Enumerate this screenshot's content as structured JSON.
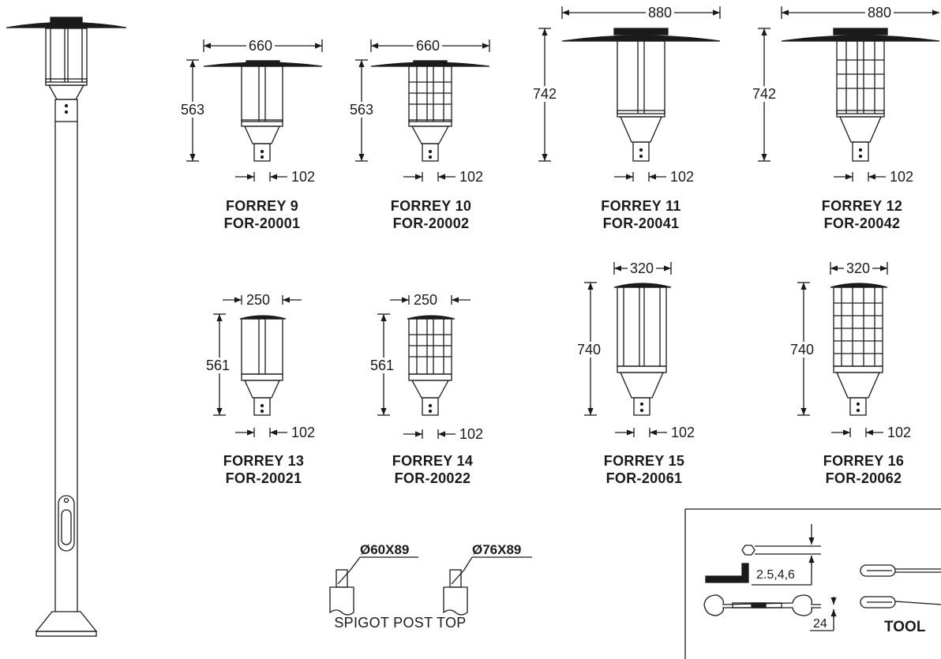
{
  "dims": {
    "w660": "660",
    "w880": "880",
    "w250": "250",
    "w320": "320",
    "h563": "563",
    "h742": "742",
    "h561": "561",
    "h740": "740",
    "d102": "102"
  },
  "fixtures": [
    {
      "name": "FORREY 9",
      "code": "FOR-20001"
    },
    {
      "name": "FORREY 10",
      "code": "FOR-20002"
    },
    {
      "name": "FORREY 11",
      "code": "FOR-20041"
    },
    {
      "name": "FORREY 12",
      "code": "FOR-20042"
    },
    {
      "name": "FORREY 13",
      "code": "FOR-20021"
    },
    {
      "name": "FORREY 14",
      "code": "FOR-20022"
    },
    {
      "name": "FORREY 15",
      "code": "FOR-20061"
    },
    {
      "name": "FORREY 16",
      "code": "FOR-20062"
    }
  ],
  "spigot": {
    "title": "SPIGOT POST TOP",
    "size_a": "Ø60X89",
    "size_b": "Ø76X89"
  },
  "tool": {
    "title": "TOOL",
    "hex_sizes": "2.5,4,6",
    "wrench_size": "24"
  }
}
